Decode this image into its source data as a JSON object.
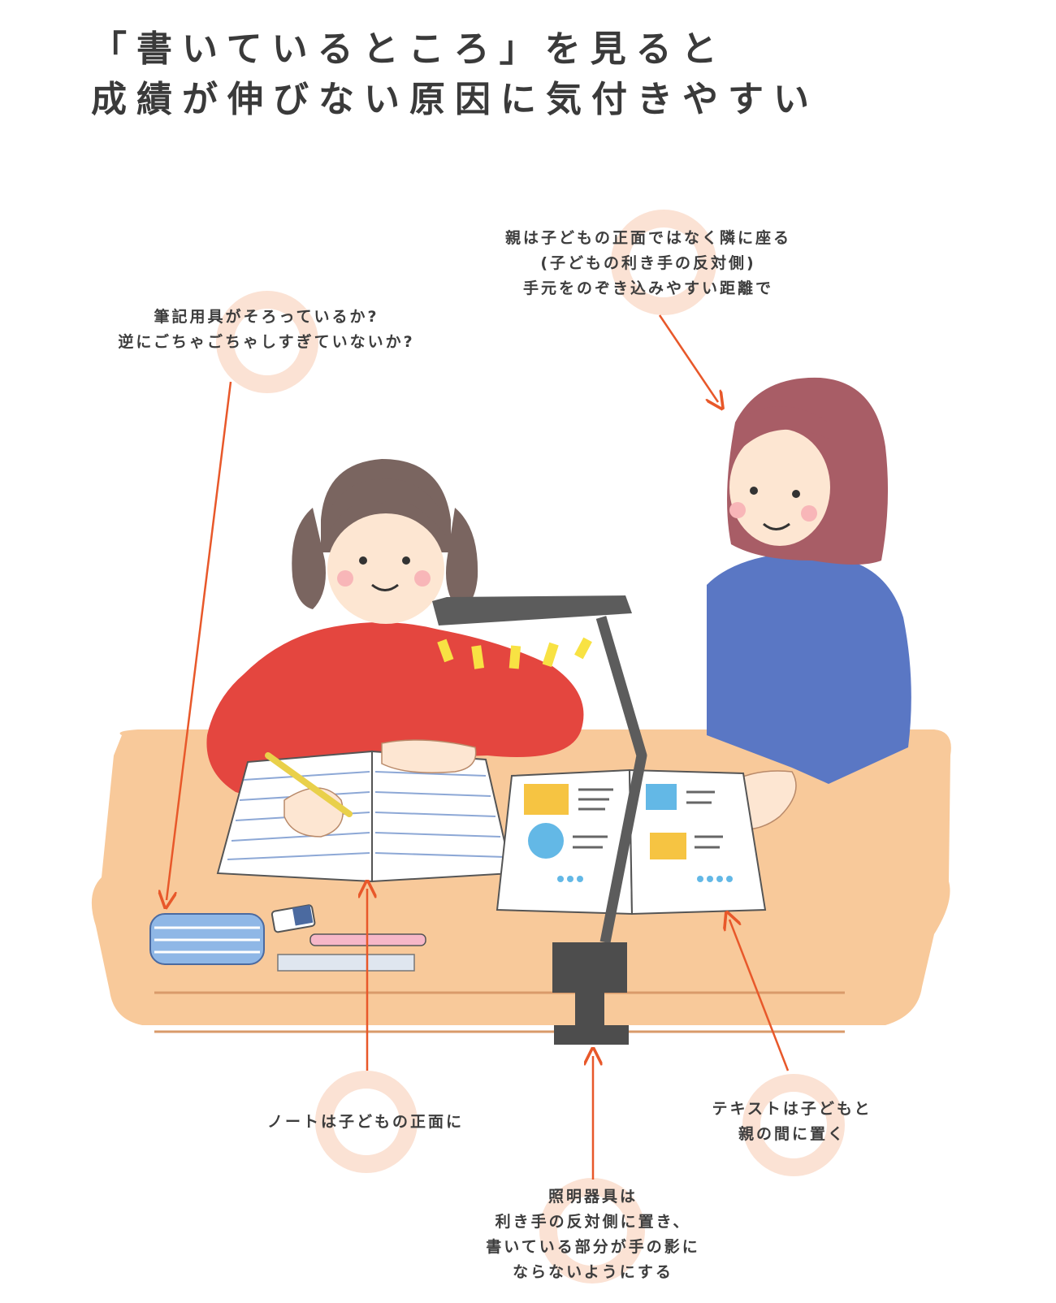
{
  "title": {
    "line1": "「書いているところ」を見ると",
    "line2": "成績が伸びない原因に気付きやすい"
  },
  "callouts": {
    "parent_position": {
      "line1": "親は子どもの正面ではなく隣に座る",
      "line2": "(子どもの利き手の反対側)",
      "line3": "手元をのぞき込みやすい距離で"
    },
    "stationery": {
      "line1": "筆記用具がそろっているか?",
      "line2": "逆にごちゃごちゃしすぎていないか?"
    },
    "notebook": {
      "line1": "ノートは子どもの正面に"
    },
    "textbook": {
      "line1": "テキストは子どもと",
      "line2": "親の間に置く"
    },
    "lamp": {
      "line1": "照明器具は",
      "line2": "利き手の反対側に置き、",
      "line3": "書いている部分が手の影に",
      "line4": "ならないようにする"
    }
  },
  "colors": {
    "arrow": "#e8582a",
    "accent_circle": "#fbe2d4",
    "desk": "#f8c99a",
    "child_sweater": "#e4463f",
    "parent_sweater": "#5a77c4",
    "lamp": "#5c5c5c",
    "hair_child": "#7a6560",
    "hair_parent": "#a85d66"
  }
}
